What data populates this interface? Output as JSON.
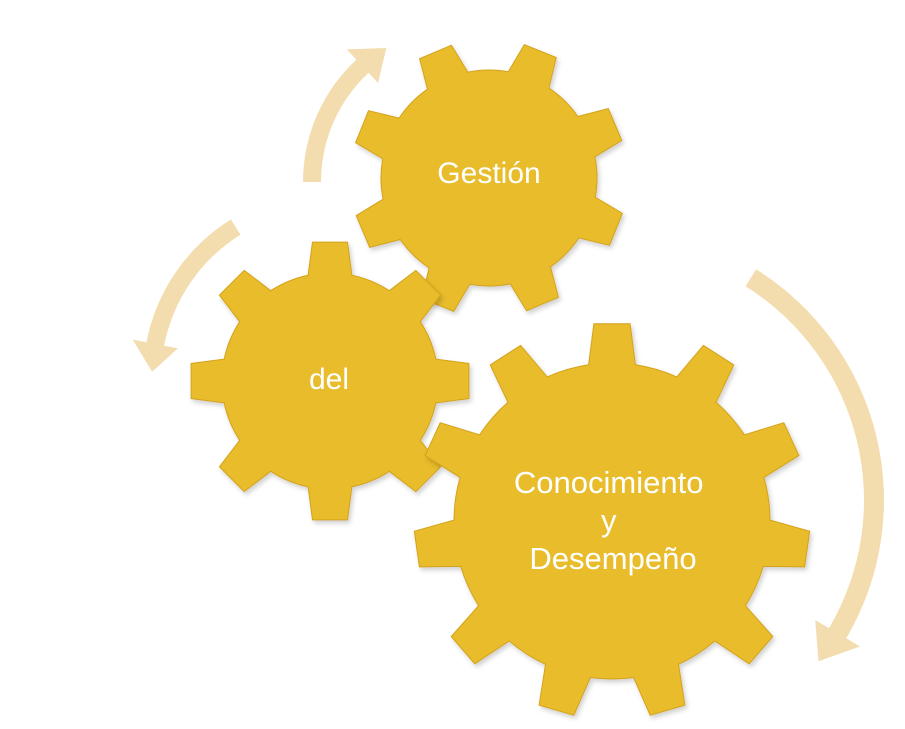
{
  "diagram": {
    "colors": {
      "gear": "#E8BC2B",
      "gear_edge": "#D4A21A",
      "arrow": "#F3DDAE",
      "label": "#FFFFFF",
      "background": "#FFFFFF"
    },
    "gears": [
      {
        "id": "top",
        "label_lines": [
          "Gestión"
        ]
      },
      {
        "id": "left",
        "label_lines": [
          "del"
        ]
      },
      {
        "id": "bottom",
        "label_lines": [
          "Conocimiento",
          "y",
          "Desempeño"
        ]
      }
    ],
    "arrows": [
      {
        "id": "arrow-upper-left",
        "direction": "up"
      },
      {
        "id": "arrow-lower-left",
        "direction": "down"
      },
      {
        "id": "arrow-right",
        "direction": "down"
      }
    ]
  }
}
